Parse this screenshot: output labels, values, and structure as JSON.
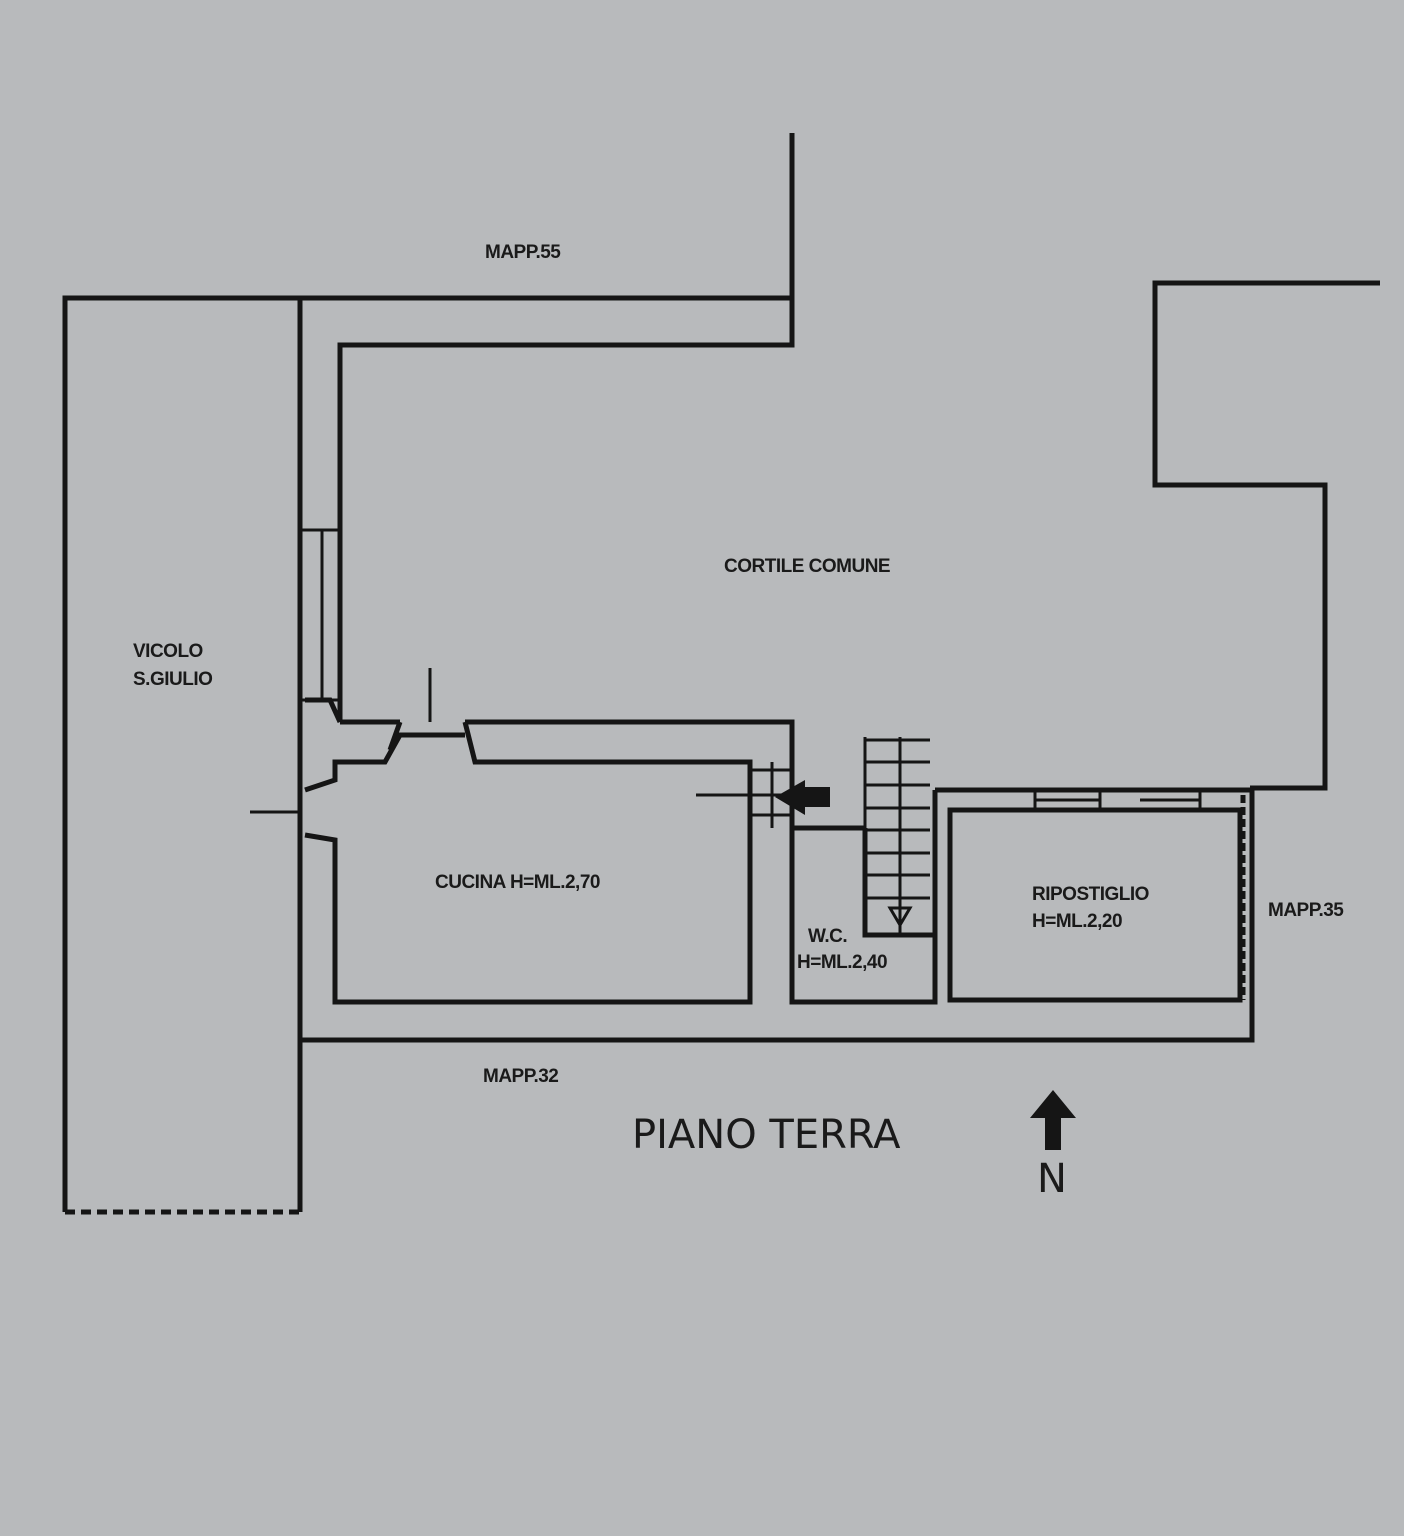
{
  "plan": {
    "title": "PIANO TERRA",
    "north_label": "N",
    "neighbors": {
      "north": "MAPP.55",
      "east": "MAPP.35",
      "south": "MAPP.32"
    },
    "street": [
      "VICOLO",
      "S.GIULIO"
    ],
    "courtyard": "CORTILE COMUNE",
    "rooms": {
      "kitchen": "CUCINA H=ML.2,70",
      "wc": [
        "W.C.",
        "H=ML.2,40"
      ],
      "storage": [
        "RIPOSTIGLIO",
        "H=ML.2,20"
      ]
    }
  },
  "colors": {
    "paper": "#b8babc",
    "ink": "#151515"
  }
}
